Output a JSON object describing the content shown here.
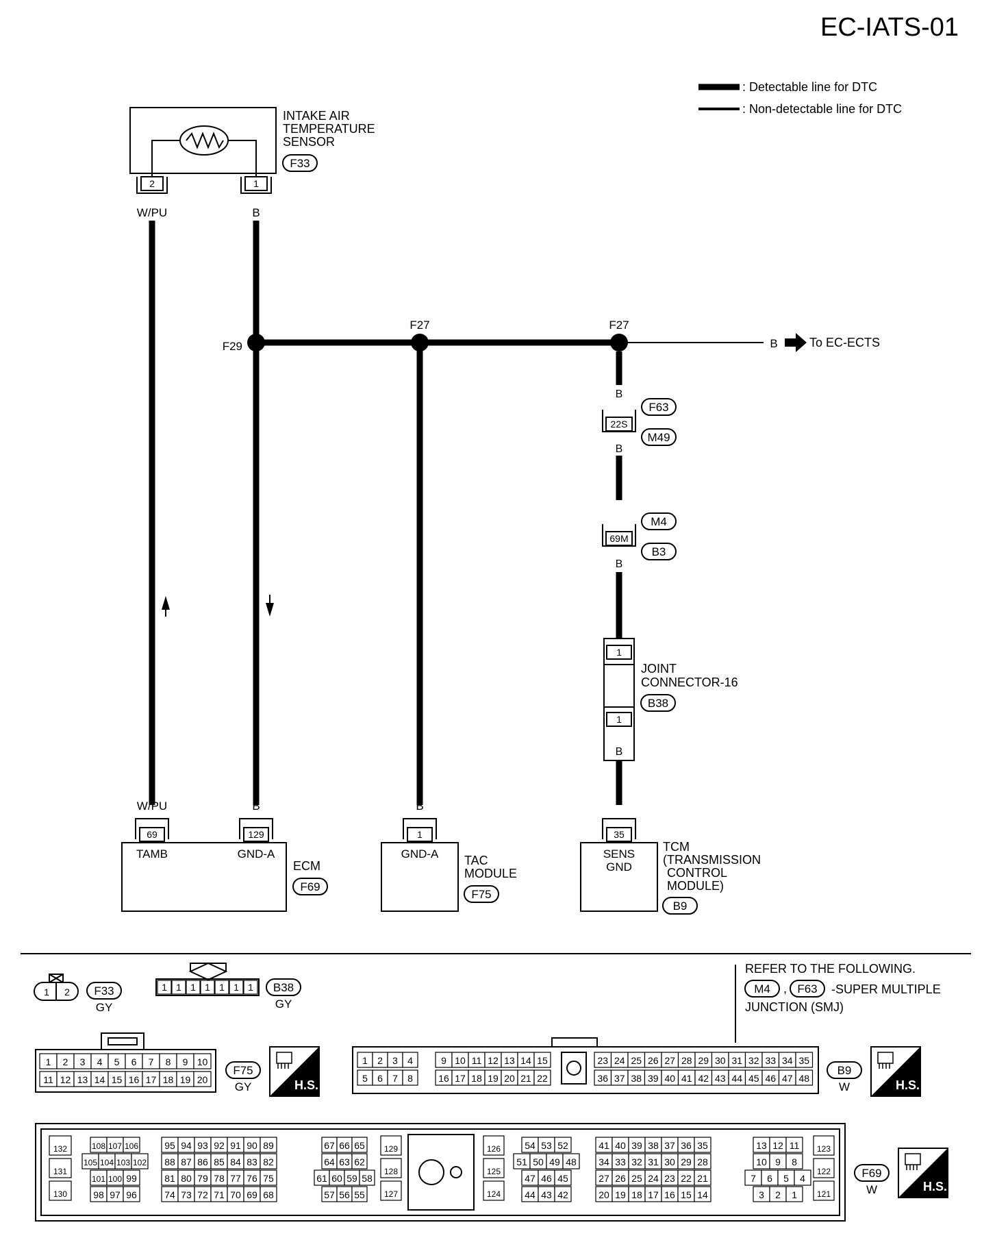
{
  "page_title": "EC-IATS-01",
  "legend": {
    "detectable": ": Detectable line for DTC",
    "non_detectable": ": Non-detectable line for DTC"
  },
  "sensor": {
    "name_lines": [
      "INTAKE AIR",
      "TEMPERATURE",
      "SENSOR"
    ],
    "connector": "F33",
    "pin_left": "2",
    "pin_right": "1",
    "wire_left": "W/PU",
    "wire_right": "B"
  },
  "junctions": {
    "f29": "F29",
    "f27a": "F27",
    "f27b": "F27",
    "to_color": "B",
    "to_label": "To EC-ECTS"
  },
  "tcm_path": {
    "wire_b": "B",
    "smj1_top": "F63",
    "smj1_pin": "22S",
    "smj1_bottom": "M49",
    "smj2_top": "M4",
    "smj2_pin": "69M",
    "smj2_bottom": "B3",
    "joint_pin_top": "1",
    "joint_pin_bottom": "1",
    "joint_name_lines": [
      "JOINT",
      "CONNECTOR-16"
    ],
    "joint_connector": "B38"
  },
  "ecm": {
    "wire_tamb": "W/PU",
    "wire_gnd": "B",
    "pin_tamb": "69",
    "pin_gnd": "129",
    "label_tamb": "TAMB",
    "label_gnd": "GND-A",
    "name": "ECM",
    "connector": "F69"
  },
  "tac": {
    "wire": "B",
    "pin": "1",
    "label": "GND-A",
    "name_lines": [
      "TAC",
      "MODULE"
    ],
    "connector": "F75"
  },
  "tcm": {
    "wire": "B",
    "pin": "35",
    "label_lines": [
      "SENS",
      "GND"
    ],
    "name_lines": [
      "TCM",
      "(TRANSMISSION",
      "CONTROL",
      "MODULE)"
    ],
    "connector": "B9"
  },
  "refer": {
    "line1": "REFER TO THE FOLLOWING.",
    "tag1": "M4",
    "sep": ",",
    "tag2": "F63",
    "line2_suffix": "-SUPER MULTIPLE",
    "line3": "JUNCTION (SMJ)"
  },
  "connector_views": {
    "f33": {
      "pins": [
        "1",
        "2"
      ],
      "tag": "F33",
      "color": "GY"
    },
    "b38": {
      "pins": [
        "1",
        "1",
        "1",
        "1",
        "1",
        "1",
        "1"
      ],
      "tag": "B38",
      "color": "GY"
    },
    "f75": {
      "row1": [
        "1",
        "2",
        "3",
        "4",
        "5",
        "6",
        "7",
        "8",
        "9",
        "10"
      ],
      "row2": [
        "11",
        "12",
        "13",
        "14",
        "15",
        "16",
        "17",
        "18",
        "19",
        "20"
      ],
      "tag": "F75",
      "color": "GY",
      "hs": "H.S."
    },
    "b9": {
      "left_row1": [
        "1",
        "2",
        "3",
        "4"
      ],
      "left_row2": [
        "5",
        "6",
        "7",
        "8"
      ],
      "mid_row1": [
        "9",
        "10",
        "11",
        "12",
        "13",
        "14",
        "15"
      ],
      "mid_row2": [
        "16",
        "17",
        "18",
        "19",
        "20",
        "21",
        "22"
      ],
      "right_row1": [
        "23",
        "24",
        "25",
        "26",
        "27",
        "28",
        "29",
        "30",
        "31",
        "32",
        "33",
        "34",
        "35"
      ],
      "right_row2": [
        "36",
        "37",
        "38",
        "39",
        "40",
        "41",
        "42",
        "43",
        "44",
        "45",
        "46",
        "47",
        "48"
      ],
      "tag": "B9",
      "color": "W",
      "hs": "H.S."
    },
    "f69": {
      "col_left": [
        "132",
        "131",
        "130"
      ],
      "g1": [
        [
          "108",
          "107",
          "106"
        ],
        [
          "105",
          "104",
          "103",
          "102"
        ],
        [
          "101",
          "100",
          "99"
        ],
        [
          "98",
          "97",
          "96"
        ]
      ],
      "g2": [
        [
          "95",
          "94",
          "93",
          "92",
          "91",
          "90",
          "89"
        ],
        [
          "88",
          "87",
          "86",
          "85",
          "84",
          "83",
          "82"
        ],
        [
          "81",
          "80",
          "79",
          "78",
          "77",
          "76",
          "75"
        ],
        [
          "74",
          "73",
          "72",
          "71",
          "70",
          "69",
          "68"
        ]
      ],
      "g3": [
        [
          "67",
          "66",
          "65"
        ],
        [
          "64",
          "63",
          "62"
        ],
        [
          "61",
          "60",
          "59",
          "58"
        ],
        [
          "57",
          "56",
          "55"
        ]
      ],
      "col_mid1": [
        "129",
        "128",
        "127"
      ],
      "col_mid2": [
        "126",
        "125",
        "124"
      ],
      "g4": [
        [
          "54",
          "53",
          "52"
        ],
        [
          "51",
          "50",
          "49",
          "48"
        ],
        [
          "47",
          "46",
          "45"
        ],
        [
          "44",
          "43",
          "42"
        ]
      ],
      "g5": [
        [
          "41",
          "40",
          "39",
          "38",
          "37",
          "36",
          "35"
        ],
        [
          "34",
          "33",
          "32",
          "31",
          "30",
          "29",
          "28"
        ],
        [
          "27",
          "26",
          "25",
          "24",
          "23",
          "22",
          "21"
        ],
        [
          "20",
          "19",
          "18",
          "17",
          "16",
          "15",
          "14"
        ]
      ],
      "g6": [
        [
          "13",
          "12",
          "11"
        ],
        [
          "10",
          "9",
          "8"
        ],
        [
          "7",
          "6",
          "5",
          "4"
        ],
        [
          "3",
          "2",
          "1"
        ]
      ],
      "col_right": [
        "123",
        "122",
        "121"
      ],
      "tag": "F69",
      "color": "W",
      "hs": "H.S."
    }
  }
}
